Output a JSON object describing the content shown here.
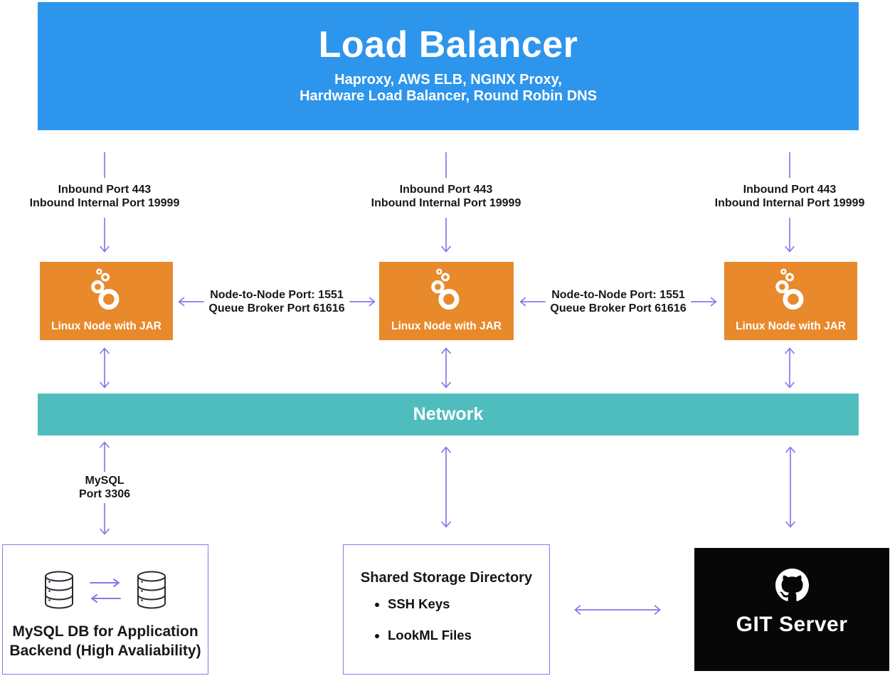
{
  "colors": {
    "banner_blue": "#2D95EC",
    "node_orange": "#E8892B",
    "network_teal": "#4FBDBD",
    "arrow_purple": "#8678EA",
    "git_black": "#070707",
    "text_dark": "#17171D"
  },
  "load_balancer": {
    "title": "Load Balancer",
    "subtitle_line1": "Haproxy, AWS ELB, NGINX Proxy,",
    "subtitle_line2": "Hardware Load Balancer, Round Robin DNS"
  },
  "inbound_labels": [
    {
      "line1": "Inbound Port 443",
      "line2": "Inbound Internal Port 19999"
    },
    {
      "line1": "Inbound Port 443",
      "line2": "Inbound Internal Port 19999"
    },
    {
      "line1": "Inbound Port 443",
      "line2": "Inbound Internal Port 19999"
    }
  ],
  "nodes": [
    {
      "label": "Linux Node with JAR"
    },
    {
      "label": "Linux Node with JAR"
    },
    {
      "label": "Linux Node with JAR"
    }
  ],
  "node_links": [
    {
      "line1": "Node-to-Node Port: 1551",
      "line2": "Queue Broker Port 61616"
    },
    {
      "line1": "Node-to-Node Port: 1551",
      "line2": "Queue Broker Port 61616"
    }
  ],
  "network": {
    "label": "Network"
  },
  "mysql_link": {
    "line1": "MySQL",
    "line2": "Port 3306"
  },
  "mysql_box": {
    "line1": "MySQL DB for Application",
    "line2": "Backend (High Avaliability)"
  },
  "shared_storage": {
    "title": "Shared Storage Directory",
    "items": [
      "SSH Keys",
      "LookML Files"
    ]
  },
  "git": {
    "label": "GIT Server"
  }
}
